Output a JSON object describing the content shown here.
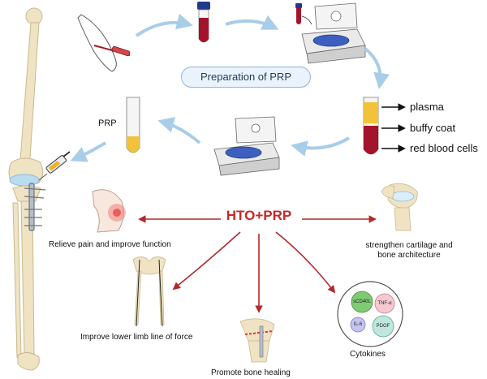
{
  "prep": "Preparation of PRP",
  "tube_label": "PRP",
  "layers": {
    "plasma": "plasma",
    "buffy": "buffy coat",
    "rbc": "red blood cells"
  },
  "hub": "HTO+PRP",
  "outcomes": {
    "pain": "Relieve pain and improve function",
    "cartilage_line1": "strengthen cartilage and",
    "cartilage_line2": "bone architecture",
    "limb": "Improve lower limb line of force",
    "bone": "Promote bone healing",
    "cytokines": "Cytokines"
  },
  "cytokine_list": {
    "c1": "sCD40L",
    "c2": "TNF-α",
    "c3": "IL-6",
    "c4": "PDGF"
  },
  "colors": {
    "arrow_blue": "#a8cde8",
    "arrow_red": "#b02a2a",
    "hub_red": "#c62828",
    "bone": "#efe3c4",
    "blood": "#a3132b",
    "plasma": "#f2c23a"
  }
}
